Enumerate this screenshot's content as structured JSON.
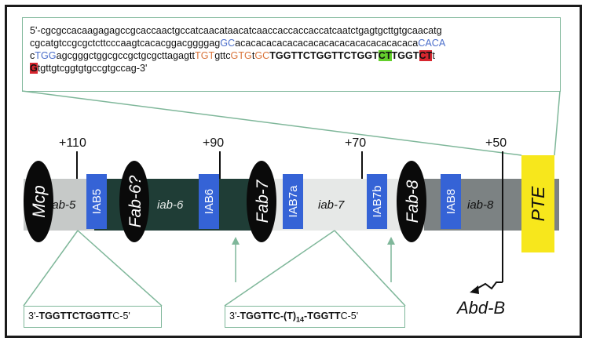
{
  "sequence": {
    "line1": [
      {
        "t": "5'-cgcgccacaagagagccgcaccaactgccatcaacataacatcaaccaccaccaccatcaatctgagtgcttgtgcaacatg",
        "c": "n"
      }
    ],
    "line2": [
      {
        "t": "cgcatgtccgcgctcttcccaagtcacacggacggggag",
        "c": "n"
      },
      {
        "t": "GC",
        "c": "blue"
      },
      {
        "t": "acacacacacacacacacacacacacacacacaca",
        "c": "n"
      },
      {
        "t": "CACA",
        "c": "blue"
      }
    ],
    "line3": [
      {
        "t": "c",
        "c": "n"
      },
      {
        "t": "TGG",
        "c": "blue"
      },
      {
        "t": "agcgggctggcgccgctgcgcttagagtt",
        "c": "n"
      },
      {
        "t": "TGT",
        "c": "orange"
      },
      {
        "t": "gttc",
        "c": "n"
      },
      {
        "t": "GTG",
        "c": "orange"
      },
      {
        "t": "t",
        "c": "n"
      },
      {
        "t": "GC",
        "c": "orange"
      },
      {
        "t": "TGGTTCTGGTTCTGGT",
        "c": "bold"
      },
      {
        "t": "CT",
        "c": "green"
      },
      {
        "t": "TGGT",
        "c": "bold"
      },
      {
        "t": "CT",
        "c": "red"
      },
      {
        "t": "t",
        "c": "n"
      }
    ],
    "line4": [
      {
        "t": "G",
        "c": "red"
      },
      {
        "t": "tgttgtcggtgtgccgtgccag-3'",
        "c": "n"
      }
    ]
  },
  "positions": {
    "p110": "+110",
    "p90": "+90",
    "p70": "+70",
    "p50": "+50"
  },
  "regions": {
    "iab5": "iab-5",
    "iab6": "iab-6",
    "iab7": "iab-7",
    "iab8": "iab-8"
  },
  "boundaries": {
    "mcp": "Mcp",
    "fab6": "Fab-6?",
    "fab7": "Fab-7",
    "fab8": "Fab-8"
  },
  "iab_boxes": {
    "iab5": "IAB5",
    "iab6": "IAB6",
    "iab7a": "IAB7a",
    "iab7b": "IAB7b",
    "iab8": "IAB8"
  },
  "pte": "PTE",
  "gene": "Abd-B",
  "callouts": {
    "left_prefix": "3'-",
    "left_bold": "TGGTTCTGGTT",
    "left_suffix": "C-5'",
    "right_prefix": "3'-",
    "right_bold1": "TGGTTC-(T)",
    "right_sub": "14",
    "right_bold2": "-TGGTT",
    "right_suffix": "C-5'"
  },
  "colors": {
    "light_gray": "#c6c9c8",
    "dark_green": "#1f3d36",
    "pale_gray": "#e6e8e7",
    "mid_gray": "#7c8283",
    "blue_box": "#3563d6",
    "pte_yellow": "#f7e71c",
    "callout_green": "#7fb79a"
  }
}
